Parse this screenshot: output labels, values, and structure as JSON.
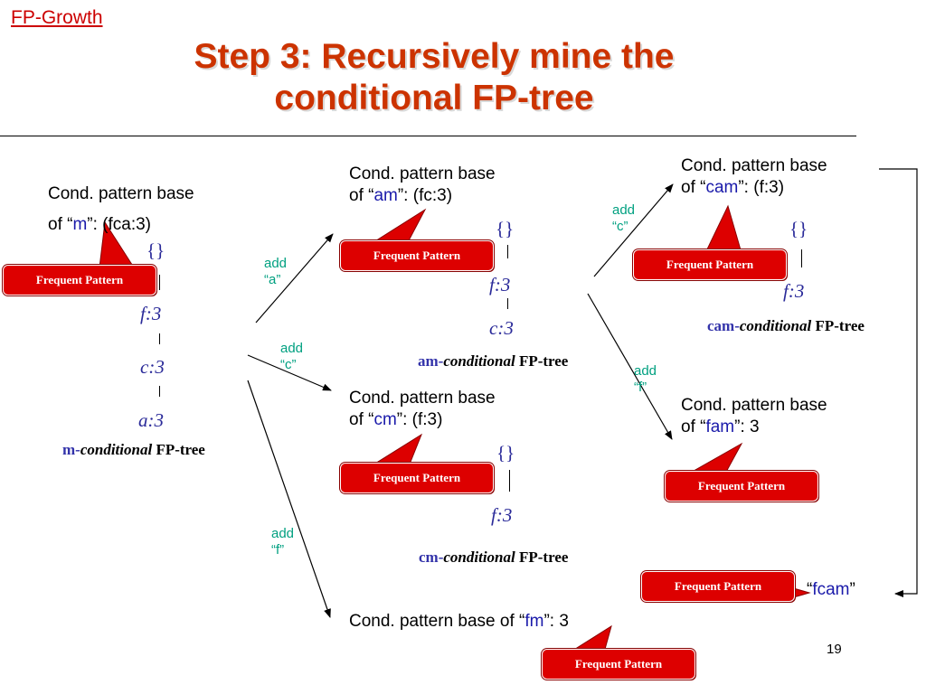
{
  "header": {
    "section_link": "FP-Growth",
    "title_line1": "Step 3: Recursively mine the",
    "title_line2": "conditional FP-tree"
  },
  "trees": {
    "m": {
      "base_line1": "Cond. pattern base",
      "base_prefix": "of “",
      "base_item": "m",
      "base_suffix": "”: (fca:3)",
      "root": "{}",
      "nodes": [
        "f:3",
        "c:3",
        "a:3"
      ],
      "label_prefix": "m-",
      "label_italic": "conditional",
      "label_suffix": " FP-tree"
    },
    "am": {
      "base_line1": "Cond. pattern base",
      "base_prefix": "of “",
      "base_item": "am",
      "base_suffix": "”: (fc:3)",
      "root": "{}",
      "nodes": [
        "f:3",
        "c:3"
      ],
      "label_prefix": "am-",
      "label_italic": "conditional",
      "label_suffix": " FP-tree"
    },
    "cm": {
      "base_line1": "Cond. pattern base",
      "base_prefix": "of “",
      "base_item": "cm",
      "base_suffix": "”: (f:3)",
      "root": "{}",
      "nodes": [
        "f:3"
      ],
      "label_prefix": "cm-",
      "label_italic": "conditional",
      "label_suffix": " FP-tree"
    },
    "cam": {
      "base_line1": "Cond. pattern base",
      "base_prefix": "of “",
      "base_item": "cam",
      "base_suffix": "”: (f:3)",
      "root": "{}",
      "nodes": [
        "f:3"
      ],
      "label_prefix": "cam-",
      "label_italic": "conditional",
      "label_suffix": " FP-tree"
    },
    "fam": {
      "base_line1": "Cond. pattern base",
      "base_prefix": "of “",
      "base_item": "fam",
      "base_suffix": "”: 3"
    },
    "fm": {
      "base_prefix": "Cond. pattern base of “",
      "base_item": "fm",
      "base_suffix": "”: 3"
    }
  },
  "fcam": {
    "open": "“",
    "item": "fcam",
    "close": "”"
  },
  "edges": {
    "add_a": [
      "add",
      "“a”"
    ],
    "add_c_m": [
      "add",
      "“c”"
    ],
    "add_f_m": [
      "add",
      "“f”"
    ],
    "add_c_am": [
      "add",
      "“c”"
    ],
    "add_f_am": [
      "add",
      "“f”"
    ]
  },
  "callout_label": "Frequent Pattern",
  "page_number": "19",
  "colors": {
    "title": "#cc3300",
    "callout": "#dd0000",
    "highlight": "#1a1aaa",
    "edge_label": "#00a080"
  }
}
